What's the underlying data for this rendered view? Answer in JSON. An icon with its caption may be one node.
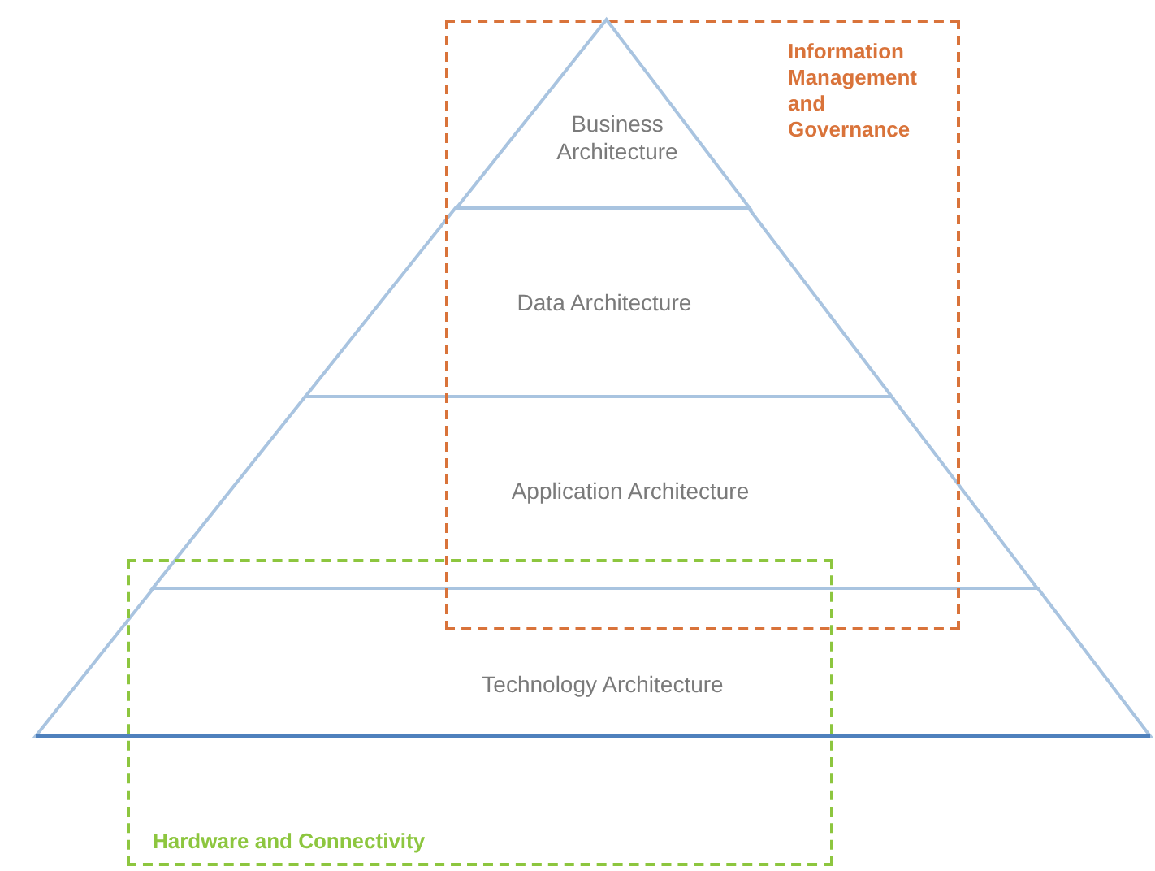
{
  "diagram": {
    "nodes": [
      {
        "text": [
          "Business Architecture"
        ],
        "in": 4
      },
      {
        "text": [
          "Data Architecture"
        ]
      },
      {
        "text": [
          "Application Architecture"
        ]
      },
      {
        "text": [
          "Technology Architecture"
        ]
      },
      {
        "text": [
          "Information Management and Governance"
        ]
      },
      {
        "text": [
          "Hardware and Connectivity"
        ]
      }
    ]
  }
}
